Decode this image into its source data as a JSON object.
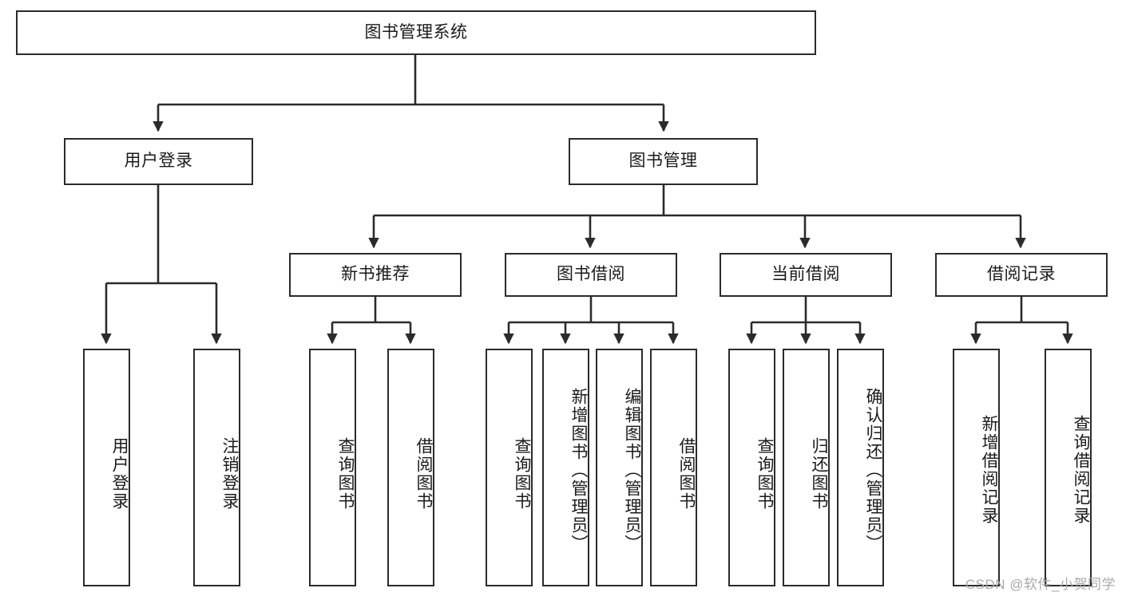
{
  "diagram": {
    "title": "图书管理系统",
    "watermark": "CSDN @软件_小贺同学",
    "stroke_color": "#2b2b2b",
    "box_fill": "#ffffff",
    "background": "#ffffff"
  },
  "nodes": {
    "root": {
      "label": "图书管理系统",
      "level": 1,
      "orientation": "horizontal"
    },
    "user_login": {
      "label": "用户登录",
      "level": 2,
      "orientation": "horizontal"
    },
    "book_manage": {
      "label": "图书管理",
      "level": 2,
      "orientation": "horizontal"
    },
    "new_book_rec": {
      "label": "新书推荐",
      "level": 3,
      "orientation": "horizontal"
    },
    "book_borrow": {
      "label": "图书借阅",
      "level": 3,
      "orientation": "horizontal"
    },
    "current_borrow": {
      "label": "当前借阅",
      "level": 3,
      "orientation": "horizontal"
    },
    "borrow_record": {
      "label": "借阅记录",
      "level": 3,
      "orientation": "horizontal"
    },
    "leaf_user_login": {
      "label": "用户登录",
      "level": 4,
      "orientation": "vertical"
    },
    "leaf_logout": {
      "label": "注销登录",
      "level": 4,
      "orientation": "vertical"
    },
    "leaf_query_book_rec": {
      "label": "查询图书",
      "level": 4,
      "orientation": "vertical"
    },
    "leaf_borrow_book_rec": {
      "label": "借阅图书",
      "level": 4,
      "orientation": "vertical"
    },
    "leaf_query_book_borrow": {
      "label": "查询图书",
      "level": 4,
      "orientation": "vertical"
    },
    "leaf_add_book": {
      "label": "新增图书（管理员）",
      "level": 4,
      "orientation": "vertical"
    },
    "leaf_edit_book": {
      "label": "编辑图书（管理员）",
      "level": 4,
      "orientation": "vertical"
    },
    "leaf_borrow_book": {
      "label": "借阅图书",
      "level": 4,
      "orientation": "vertical"
    },
    "leaf_query_book_cur": {
      "label": "查询图书",
      "level": 4,
      "orientation": "vertical"
    },
    "leaf_return_book": {
      "label": "归还图书",
      "level": 4,
      "orientation": "vertical"
    },
    "leaf_confirm_return": {
      "label": "确认归还（管理员）",
      "level": 4,
      "orientation": "vertical"
    },
    "leaf_add_record": {
      "label": "新增借阅记录",
      "level": 4,
      "orientation": "vertical"
    },
    "leaf_query_record": {
      "label": "查询借阅记录",
      "level": 4,
      "orientation": "vertical"
    }
  },
  "hierarchy": [
    {
      "parent": "图书管理系统",
      "children": [
        "用户登录",
        "图书管理"
      ]
    },
    {
      "parent": "用户登录",
      "children": [
        "用户登录",
        "注销登录"
      ]
    },
    {
      "parent": "图书管理",
      "children": [
        "新书推荐",
        "图书借阅",
        "当前借阅",
        "借阅记录"
      ]
    },
    {
      "parent": "新书推荐",
      "children": [
        "查询图书",
        "借阅图书"
      ]
    },
    {
      "parent": "图书借阅",
      "children": [
        "查询图书",
        "新增图书（管理员）",
        "编辑图书（管理员）",
        "借阅图书"
      ]
    },
    {
      "parent": "当前借阅",
      "children": [
        "查询图书",
        "归还图书",
        "确认归还（管理员）"
      ]
    },
    {
      "parent": "借阅记录",
      "children": [
        "新增借阅记录",
        "查询借阅记录"
      ]
    }
  ]
}
